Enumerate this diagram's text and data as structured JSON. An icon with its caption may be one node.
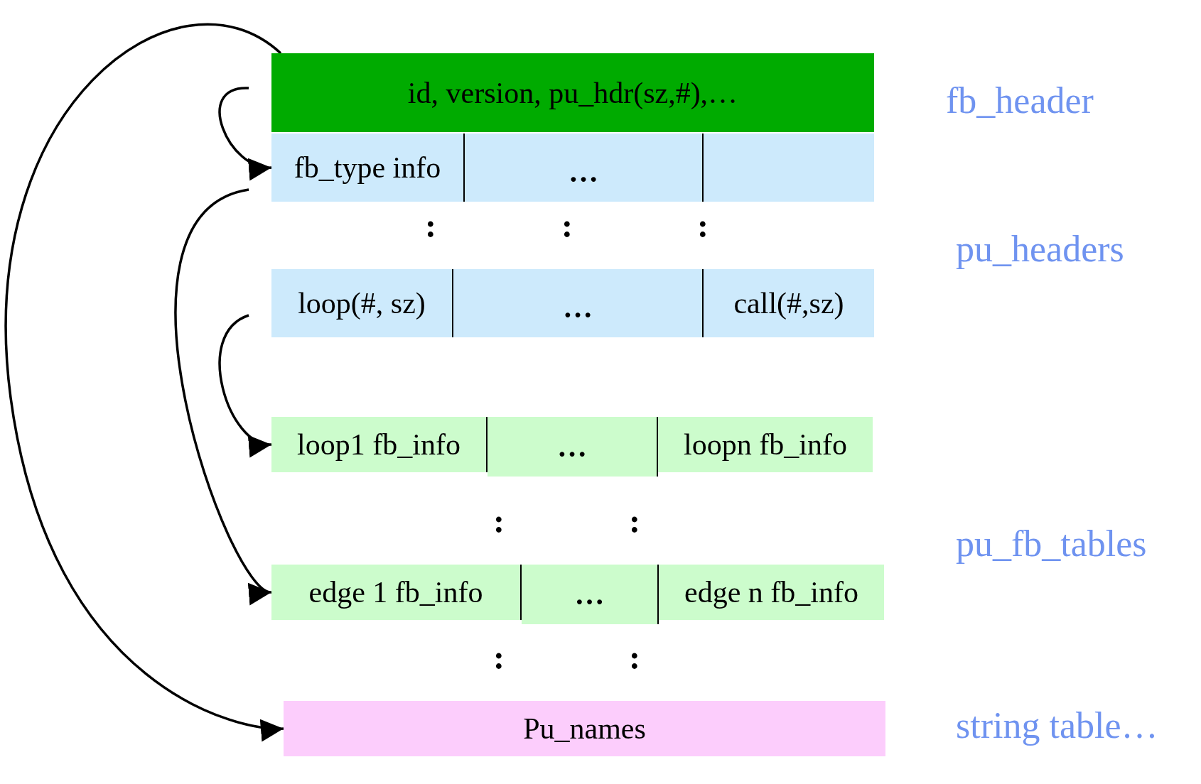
{
  "diagram": {
    "nodes": [
      {
        "text": [
          "id, version, pu_hdr(sz,#),…"
        ]
      },
      {
        "text": [
          "fb_type info"
        ]
      },
      {
        "text": [
          "…"
        ]
      },
      {
        "text": [],
        "shape": "box"
      },
      {
        "text": [
          "loop(#, sz)"
        ]
      },
      {
        "text": [
          "…"
        ]
      },
      {
        "text": [
          "call(#,sz)"
        ]
      },
      {
        "text": [
          "loop1 fb_info"
        ]
      },
      {
        "text": [
          "…"
        ]
      },
      {
        "text": [
          "loopn fb_info"
        ]
      },
      {
        "text": [
          "edge 1 fb_info"
        ]
      },
      {
        "text": [
          "…"
        ]
      },
      {
        "text": [
          "edge n fb_info"
        ]
      },
      {
        "text": [
          "Pu_names"
        ]
      }
    ],
    "edges": [
      {
        "from": null,
        "to": 1,
        "arrow": "to"
      },
      {
        "from": null,
        "to": 10,
        "arrow": "to"
      },
      {
        "from": null,
        "to": 7,
        "arrow": "to"
      },
      {
        "from": 0,
        "to": 13,
        "arrow": "to"
      }
    ],
    "labels": [
      "fb_header",
      ":",
      ":",
      ":",
      "pu_headers",
      ":",
      ":",
      "pu_fb_tables",
      ":",
      ":",
      "string table…"
    ]
  }
}
